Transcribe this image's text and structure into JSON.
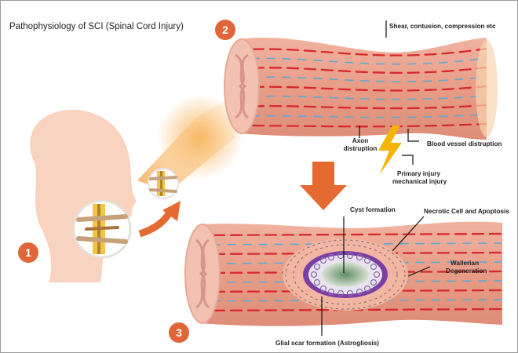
{
  "title": "Pathophysiology of SCI (Spinal Cord Injury)",
  "steps": [
    "1",
    "2",
    "3"
  ],
  "labels": {
    "shear": "Shear, contusion, compression etc",
    "axon_line1": "Axon",
    "axon_line2": "distruption",
    "blood_vessel": "Blood vessel distruption",
    "primary_line1": "Primary injury",
    "primary_line2": "mechanical injury",
    "cyst": "Cyst formation",
    "necrotic": "Necrotic Cell and Apoptosis",
    "wallerian_line1": "Wallerian",
    "wallerian_line2": "Degeneration",
    "glial": "Glial scar formation (Astrogliosis)"
  },
  "colors": {
    "step_badge": "#e0663a",
    "tissue": "#e8a08a",
    "axon": "#d8282e",
    "vessel": "#5fa8d6",
    "scar": "#7a3fa3",
    "arrow": "#e56a32",
    "lightning": "#f5b400"
  }
}
